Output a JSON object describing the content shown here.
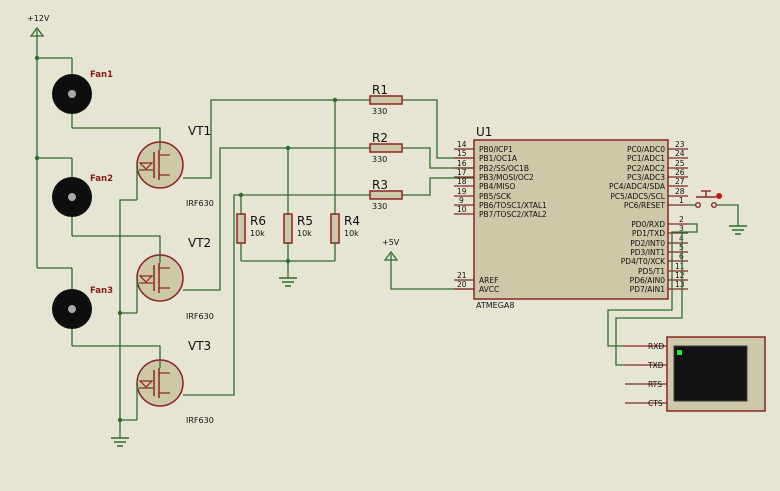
{
  "supply": {
    "v12": "+12V",
    "v5": "+5V"
  },
  "fans": [
    "Fan1",
    "Fan2",
    "Fan3"
  ],
  "transistors": [
    {
      "ref": "VT1",
      "part": "IRF630"
    },
    {
      "ref": "VT2",
      "part": "IRF630"
    },
    {
      "ref": "VT3",
      "part": "IRF630"
    }
  ],
  "resistors": [
    {
      "ref": "R1",
      "value": "330"
    },
    {
      "ref": "R2",
      "value": "330"
    },
    {
      "ref": "R3",
      "value": "330"
    },
    {
      "ref": "R6",
      "value": "10k"
    },
    {
      "ref": "R5",
      "value": "10k"
    },
    {
      "ref": "R4",
      "value": "10k"
    }
  ],
  "mcu": {
    "ref": "U1",
    "part": "ATMEGA8",
    "left_pins": [
      {
        "num": "14",
        "name": "PB0/ICP1"
      },
      {
        "num": "15",
        "name": "PB1/OC1A"
      },
      {
        "num": "16",
        "name": "PB2/SS/OC1B"
      },
      {
        "num": "17",
        "name": "PB3/MOSI/OC2"
      },
      {
        "num": "18",
        "name": "PB4/MISO"
      },
      {
        "num": "19",
        "name": "PB5/SCK"
      },
      {
        "num": "9",
        "name": "PB6/TOSC1/XTAL1"
      },
      {
        "num": "10",
        "name": "PB7/TOSC2/XTAL2"
      }
    ],
    "power_pins": [
      {
        "num": "21",
        "name": "AREF"
      },
      {
        "num": "20",
        "name": "AVCC"
      }
    ],
    "right_pins_top": [
      {
        "num": "23",
        "name": "PC0/ADC0"
      },
      {
        "num": "24",
        "name": "PC1/ADC1"
      },
      {
        "num": "25",
        "name": "PC2/ADC2"
      },
      {
        "num": "26",
        "name": "PC3/ADC3"
      },
      {
        "num": "27",
        "name": "PC4/ADC4/SDA"
      },
      {
        "num": "28",
        "name": "PC5/ADC5/SCL"
      },
      {
        "num": "1",
        "name": "PC6/RESET"
      }
    ],
    "right_pins_bottom": [
      {
        "num": "2",
        "name": "PD0/RXD"
      },
      {
        "num": "3",
        "name": "PD1/TXD"
      },
      {
        "num": "4",
        "name": "PD2/INT0"
      },
      {
        "num": "5",
        "name": "PD3/INT1"
      },
      {
        "num": "6",
        "name": "PD4/T0/XCK"
      },
      {
        "num": "11",
        "name": "PD5/T1"
      },
      {
        "num": "12",
        "name": "PD6/AIN0"
      },
      {
        "num": "13",
        "name": "PD7/AIN1"
      }
    ]
  },
  "terminal": {
    "pins": [
      "RXD",
      "TXD",
      "RTS",
      "CTS"
    ]
  },
  "colors": {
    "wire": "#2f6b2f",
    "component": "#8a2525",
    "fill": "#cdc8a8",
    "screen": "#111111",
    "led": "#22ee22"
  }
}
